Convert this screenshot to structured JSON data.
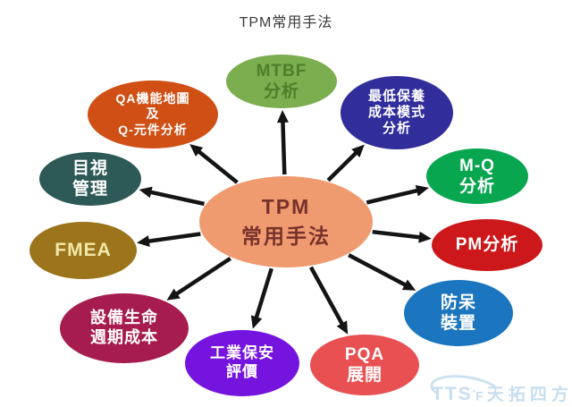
{
  "title": "TPM常用手法",
  "watermark": {
    "brand": "TTS",
    "brand_suffix": "F",
    "name": "天拓四方",
    "color": "#c7deee"
  },
  "diagram": {
    "arrow_color": "#141414",
    "center": {
      "id": "center",
      "lines": [
        "TPM",
        "常用手法"
      ],
      "fill": "#F09A70",
      "text_color": "#76322B"
    },
    "nodes": [
      {
        "id": "mtbf-analysis",
        "lines": [
          "MTBF",
          "分析"
        ],
        "fill": "#7AAE4F",
        "text_color": "#4F7D2B"
      },
      {
        "id": "min-maintenance-cost-model-analysis",
        "lines": [
          "最低保養",
          "成本模式",
          "分析"
        ],
        "fill": "#312E9C",
        "text_color": "#FFFFFF"
      },
      {
        "id": "mq-analysis",
        "lines": [
          "M-Q",
          "分析"
        ],
        "fill": "#09A650",
        "text_color": "#FFFFFF"
      },
      {
        "id": "pm-analysis",
        "lines": [
          "PM分析"
        ],
        "fill": "#CC181B",
        "text_color": "#FFFFFF"
      },
      {
        "id": "fool-proofing-device",
        "lines": [
          "防呆",
          "裝置"
        ],
        "fill": "#1B76BF",
        "text_color": "#FFFFFF"
      },
      {
        "id": "pqa-deployment",
        "lines": [
          "PQA",
          "展開"
        ],
        "fill": "#E85052",
        "text_color": "#FFFFFF"
      },
      {
        "id": "industrial-safety-evaluation",
        "lines": [
          "工業保安",
          "評價"
        ],
        "fill": "#7513DF",
        "text_color": "#FFFFFF"
      },
      {
        "id": "equipment-life-cycle-cost",
        "lines": [
          "設備生命",
          "週期成本"
        ],
        "fill": "#A71C4F",
        "text_color": "#FFFFFF"
      },
      {
        "id": "fmea",
        "lines": [
          "FMEA"
        ],
        "fill": "#9B741C",
        "text_color": "#F2E8A8"
      },
      {
        "id": "visual-management",
        "lines": [
          "目視",
          "管理"
        ],
        "fill": "#2D5A56",
        "text_color": "#FFFFFF"
      },
      {
        "id": "qa-function-map-q-component-analysis",
        "lines": [
          "QA機能地圖",
          "及",
          "Q-元件分析"
        ],
        "fill": "#CF4F15",
        "text_color": "#FFFFFF"
      }
    ]
  }
}
